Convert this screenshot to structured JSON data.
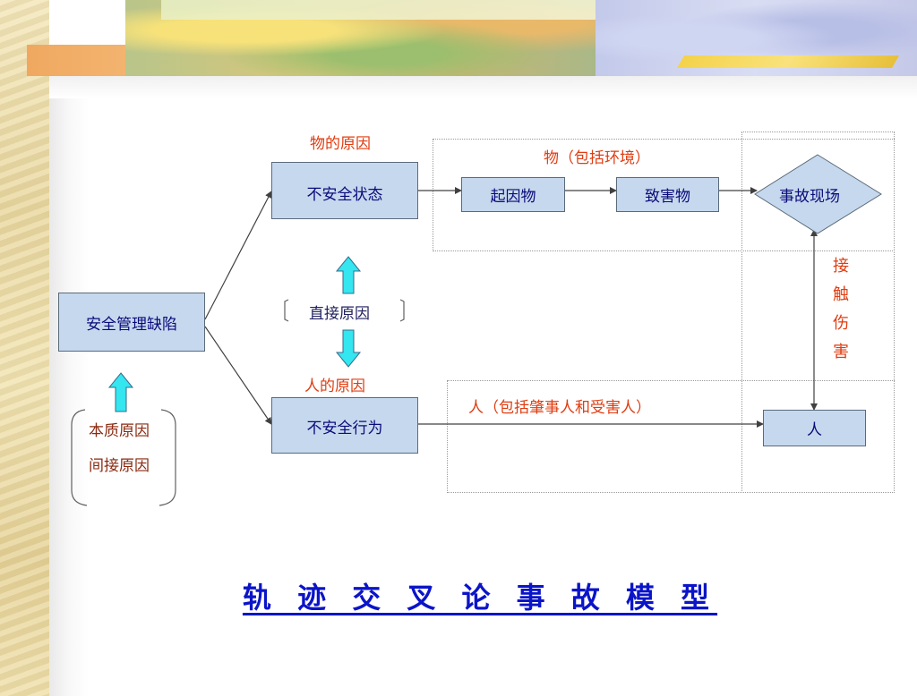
{
  "diagram": {
    "title": "轨 迹 交 叉 论 事 故 模 型",
    "nodes": {
      "root_cause": "安全管理缺陷",
      "unsafe_state": "不安全状态",
      "unsafe_act": "不安全行为",
      "initiating_object": "起因物",
      "harmful_object": "致害物",
      "accident_scene": "事故现场",
      "person": "人"
    },
    "labels": {
      "object_cause": "物的原因",
      "human_cause": "人的原因",
      "direct_cause": "直接原因",
      "object_track": "物（包括环境）",
      "human_track": "人（包括肇事人和受害人）",
      "contact_harm": [
        "接",
        "触",
        "伤",
        "害"
      ],
      "essential_cause": "本质原因",
      "indirect_cause": "间接原因"
    },
    "colors": {
      "box_fill": "#c6d8ee",
      "box_text": "#0b0b7a",
      "label_red": "#e03c10",
      "arrow_cyan": "#33e6f0",
      "title_blue": "#0b14c8"
    }
  }
}
